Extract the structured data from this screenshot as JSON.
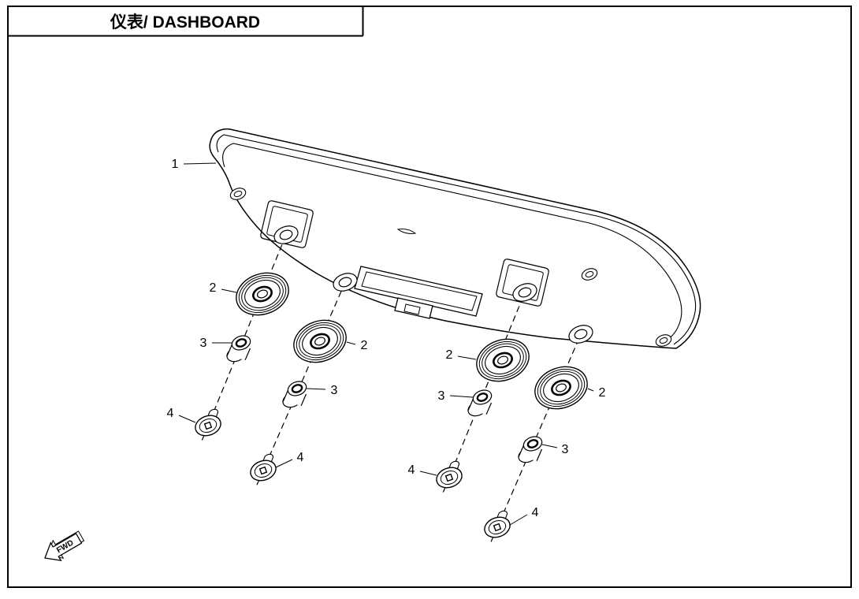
{
  "page": {
    "title": "仪表/ DASHBOARD"
  },
  "diagram": {
    "type": "exploded-parts-diagram",
    "callouts": [
      {
        "label": "1"
      },
      {
        "label": "2"
      },
      {
        "label": "3"
      },
      {
        "label": "4"
      },
      {
        "label": "2"
      },
      {
        "label": "3"
      },
      {
        "label": "4"
      },
      {
        "label": "2"
      },
      {
        "label": "3"
      },
      {
        "label": "4"
      },
      {
        "label": "2"
      },
      {
        "label": "3"
      },
      {
        "label": "4"
      }
    ],
    "fwd_label": "FWD",
    "line_color": "#000000",
    "background_color": "#ffffff"
  }
}
